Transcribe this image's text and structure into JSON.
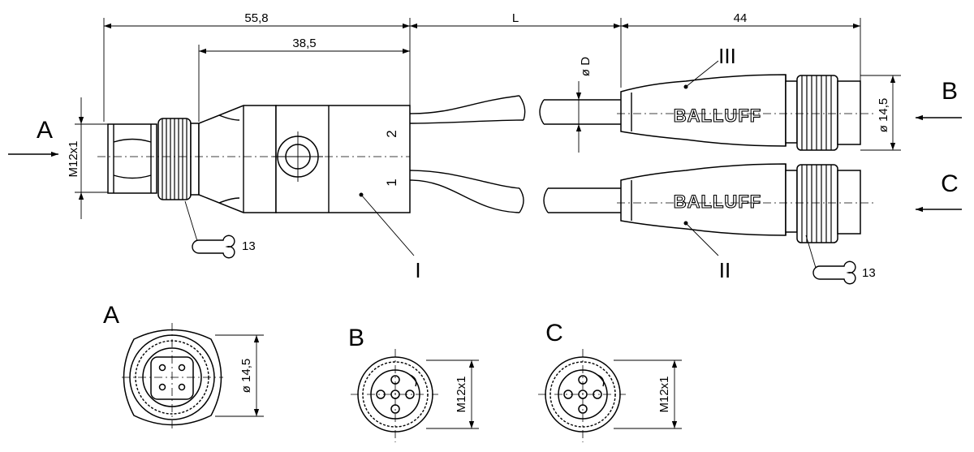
{
  "dimensions": {
    "overall_left": "55,8",
    "inner_left": "38,5",
    "cable_length": "L",
    "right_length": "44",
    "thread_left": "M12x1",
    "cable_diameter": "ø D",
    "socket_diameter": "ø 14,5"
  },
  "views": {
    "a": "A",
    "b": "B",
    "c": "C"
  },
  "parts": {
    "splitter": "I",
    "lower_connector": "II",
    "upper_connector": "III"
  },
  "ports": {
    "port_1": "1",
    "port_2": "2"
  },
  "torque": {
    "left": "13",
    "right": "13"
  },
  "brand": {
    "upper": "BALLUFF",
    "lower": "BALLUFF"
  },
  "view_a": {
    "diameter": "ø 14,5"
  },
  "view_b": {
    "thread": "M12x1"
  },
  "view_c": {
    "thread": "M12x1"
  }
}
